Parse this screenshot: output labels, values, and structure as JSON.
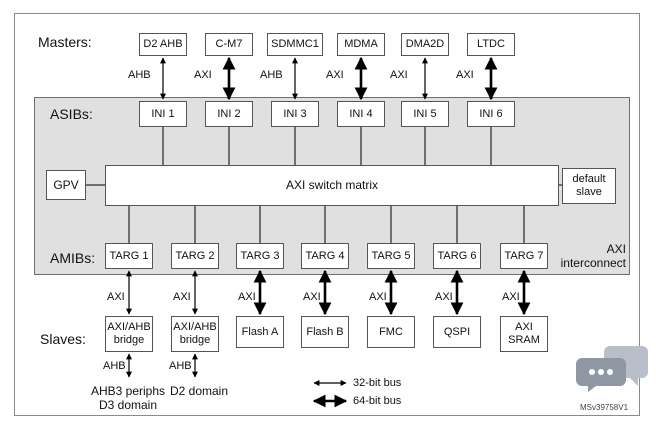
{
  "headers": {
    "masters": "Masters:",
    "asibs": "ASIBs:",
    "amibs": "AMIBs:",
    "slaves": "Slaves:"
  },
  "masters": [
    {
      "name": "D2 AHB",
      "bus_label": "AHB",
      "bus": "32-bit"
    },
    {
      "name": "C-M7",
      "bus_label": "AXI",
      "bus": "64-bit"
    },
    {
      "name": "SDMMC1",
      "bus_label": "AHB",
      "bus": "32-bit"
    },
    {
      "name": "MDMA",
      "bus_label": "AXI",
      "bus": "64-bit"
    },
    {
      "name": "DMA2D",
      "bus_label": "AXI",
      "bus": "32-bit"
    },
    {
      "name": "LTDC",
      "bus_label": "AXI",
      "bus": "64-bit"
    }
  ],
  "asibs": [
    "INI 1",
    "INI 2",
    "INI 3",
    "INI 4",
    "INI 5",
    "INI 6"
  ],
  "switch_matrix": "AXI switch matrix",
  "gpv": "GPV",
  "default_slave": "default\nslave",
  "interconnect_label": "AXI\ninterconnect",
  "amibs": [
    "TARG 1",
    "TARG 2",
    "TARG 3",
    "TARG 4",
    "TARG 5",
    "TARG 6",
    "TARG 7"
  ],
  "slaves": [
    {
      "name": "AXI/AHB\nbridge",
      "bus_label": "AXI",
      "bus": "32-bit"
    },
    {
      "name": "AXI/AHB\nbridge",
      "bus_label": "AXI",
      "bus": "32-bit"
    },
    {
      "name": "Flash A",
      "bus_label": "AXI",
      "bus": "64-bit"
    },
    {
      "name": "Flash B",
      "bus_label": "AXI",
      "bus": "64-bit"
    },
    {
      "name": "FMC",
      "bus_label": "AXI",
      "bus": "64-bit"
    },
    {
      "name": "QSPI",
      "bus_label": "AXI",
      "bus": "64-bit"
    },
    {
      "name": "AXI\nSRAM",
      "bus_label": "AXI",
      "bus": "64-bit"
    }
  ],
  "bridge_outputs": [
    {
      "bus_label": "AHB",
      "domain": "AHB3 periphs\nD3 domain"
    },
    {
      "bus_label": "AHB",
      "domain": "D2 domain"
    }
  ],
  "legend": {
    "thin": "32-bit bus",
    "thick": "64-bit bus"
  },
  "figure_code": "MSv39758V1",
  "colors": {
    "interconnect_fill": "#e0e0e0",
    "box_border": "#555555",
    "arrow": "#000000",
    "watermark": "#8f97a3"
  }
}
